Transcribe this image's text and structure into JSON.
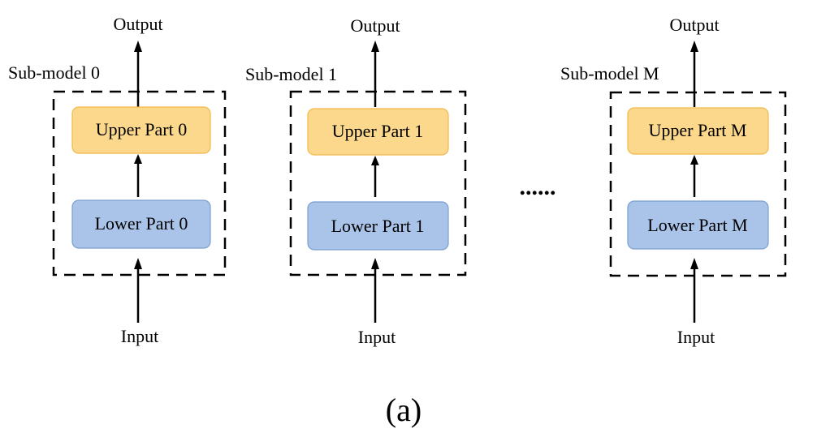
{
  "submodels": [
    {
      "title": "Sub-model 0",
      "output": "Output",
      "upper": "Upper Part 0",
      "lower": "Lower Part 0",
      "input": "Input"
    },
    {
      "title": "Sub-model 1",
      "output": "Output",
      "upper": "Upper Part 1",
      "lower": "Lower Part 1",
      "input": "Input"
    },
    {
      "title": "Sub-model M",
      "output": "Output",
      "upper": "Upper Part M",
      "lower": "Lower Part M",
      "input": "Input"
    }
  ],
  "ellipsis": "......",
  "caption": "(a)",
  "colors": {
    "upper_fill": "#fbd88c",
    "upper_stroke": "#f2b84a",
    "lower_fill": "#a9c4e8",
    "lower_stroke": "#7b9fcf",
    "frame": "#000000"
  }
}
